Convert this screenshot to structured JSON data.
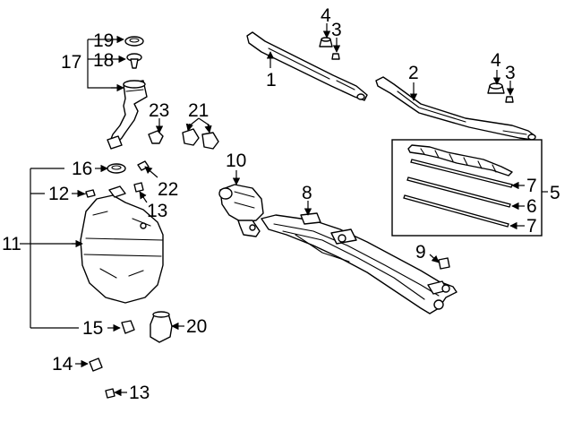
{
  "callouts": {
    "c1": "1",
    "c2": "2",
    "c3a": "3",
    "c3b": "3",
    "c4a": "4",
    "c4b": "4",
    "c5": "5",
    "c6": "6",
    "c7a": "7",
    "c7b": "7",
    "c8": "8",
    "c9": "9",
    "c10": "10",
    "c11": "11",
    "c12": "12",
    "c13a": "13",
    "c13b": "13",
    "c14": "14",
    "c15": "15",
    "c16": "16",
    "c17": "17",
    "c18": "18",
    "c19": "19",
    "c20": "20",
    "c21": "21",
    "c22": "22",
    "c23": "23"
  }
}
